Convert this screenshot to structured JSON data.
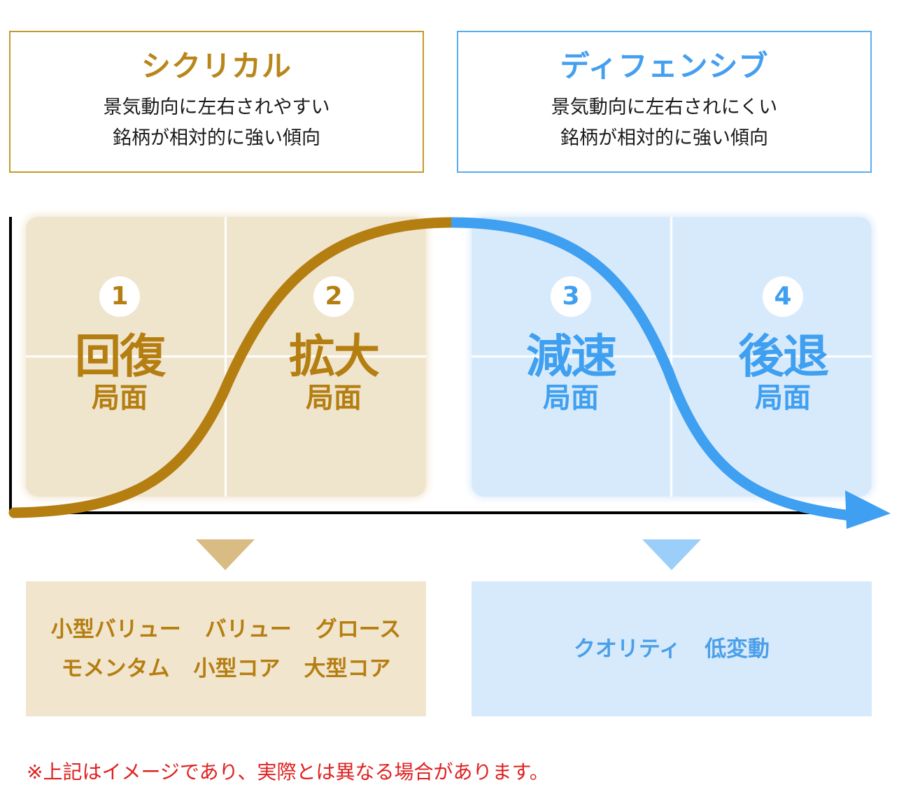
{
  "colors": {
    "cyclical": "#b8861a",
    "defensive": "#459ff0",
    "cyclical_panel": "#efe4cc",
    "defensive_panel": "#d7eafb",
    "note": "#e02020"
  },
  "top": {
    "cyclical": {
      "title": "シクリカル",
      "lines": [
        "景気動向に左右されやすい",
        "銘柄が相対的に強い傾向"
      ]
    },
    "defensive": {
      "title": "ディフェンシブ",
      "lines": [
        "景気動向に左右されにくい",
        "銘柄が相対的に強い傾向"
      ]
    }
  },
  "phases": [
    {
      "num": "1",
      "name": "回復",
      "sub": "局面"
    },
    {
      "num": "2",
      "name": "拡大",
      "sub": "局面"
    },
    {
      "num": "3",
      "name": "減速",
      "sub": "局面"
    },
    {
      "num": "4",
      "name": "後退",
      "sub": "局面"
    }
  ],
  "bottom": {
    "cyclical": {
      "rows": [
        [
          "小型バリュー",
          "バリュー",
          "グロース"
        ],
        [
          "モメンタム",
          "小型コア",
          "大型コア"
        ]
      ]
    },
    "defensive": {
      "rows": [
        [
          "クオリティ",
          "低変動"
        ]
      ]
    }
  },
  "note": "※上記はイメージであり、実際とは異なる場合があります。"
}
